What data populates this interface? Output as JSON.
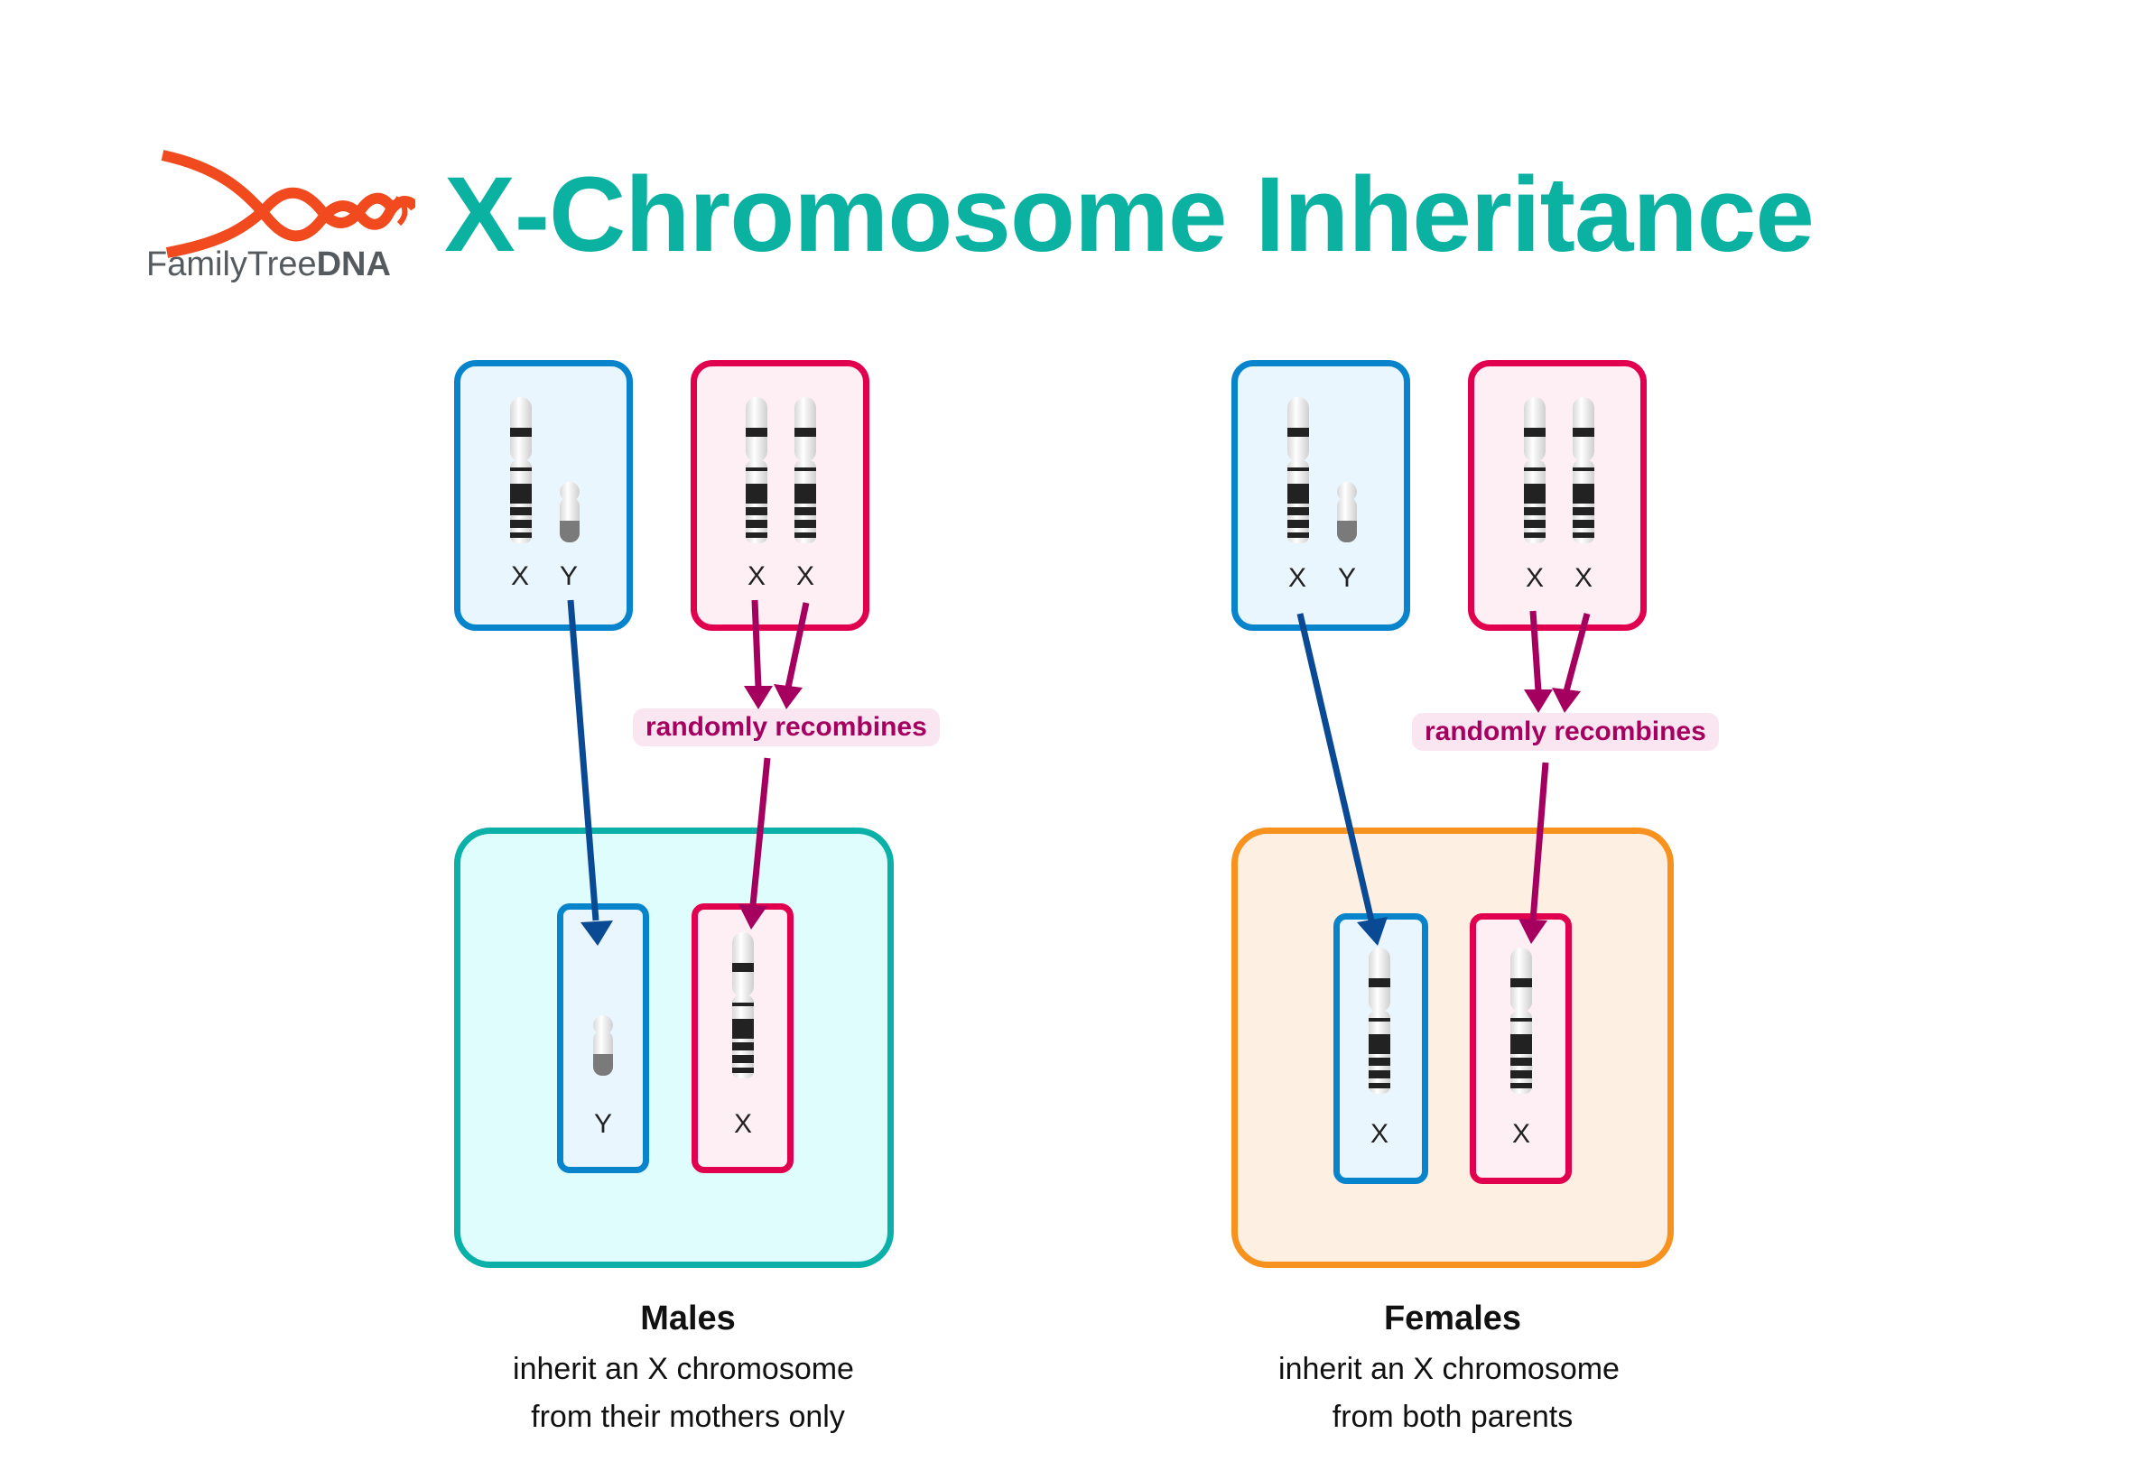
{
  "title": "X-Chromosome Inheritance",
  "logo": {
    "name_regular": "FamilyTree",
    "name_bold": "DNA",
    "brand_color": "#F04A1E"
  },
  "colors": {
    "title": "#0BB1A1",
    "father": "#0784CC",
    "mother": "#E0004E",
    "male_child": "#0BB1A9",
    "female_child": "#F7921E",
    "paternal_arrow": "#0A4A94",
    "maternal_arrow": "#A5005F"
  },
  "males": {
    "father_labels": [
      "X",
      "Y"
    ],
    "mother_labels": [
      "X",
      "X"
    ],
    "recombine_label": "randomly recombines",
    "child_labels": [
      "Y",
      "X"
    ],
    "caption_title": "Males",
    "caption_line1": "inherit an X chromosome",
    "caption_line2": "from their mothers only"
  },
  "females": {
    "father_labels": [
      "X",
      "Y"
    ],
    "mother_labels": [
      "X",
      "X"
    ],
    "recombine_label": "randomly recombines",
    "child_labels": [
      "X",
      "X"
    ],
    "caption_title": "Females",
    "caption_line1": "inherit an X chromosome",
    "caption_line2": "from both parents"
  }
}
